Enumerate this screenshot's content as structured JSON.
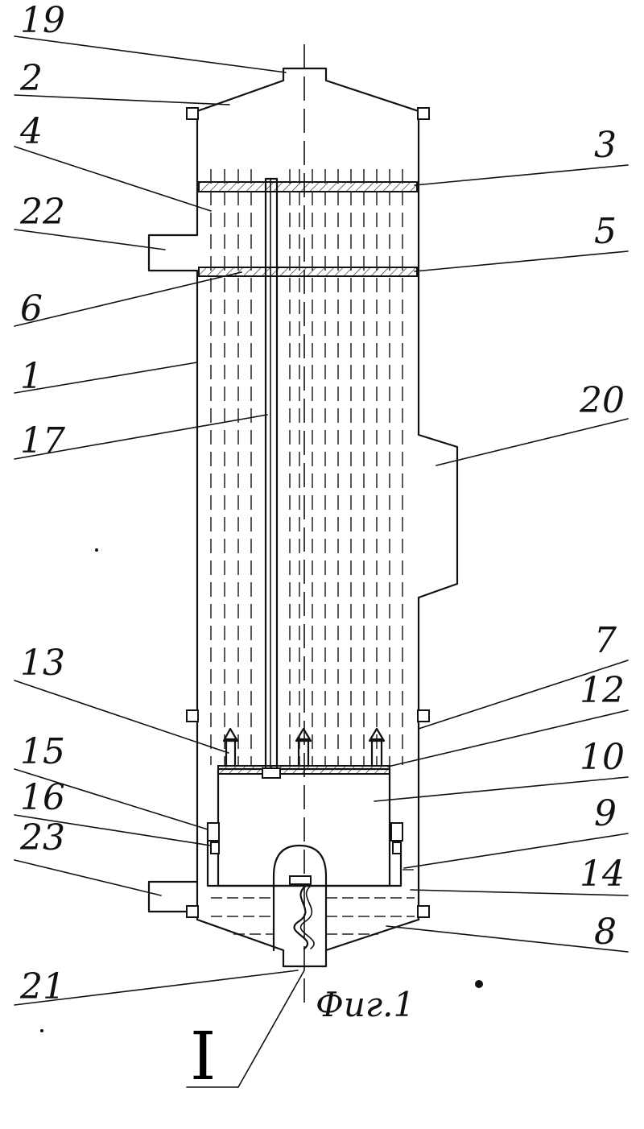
{
  "figure": {
    "caption": "Фиг.1",
    "detail_mark": "I",
    "callouts": [
      {
        "id": "c19",
        "label": "19"
      },
      {
        "id": "c2",
        "label": "2"
      },
      {
        "id": "c4",
        "label": "4"
      },
      {
        "id": "c22",
        "label": "22"
      },
      {
        "id": "c6",
        "label": "6"
      },
      {
        "id": "c1",
        "label": "1"
      },
      {
        "id": "c17",
        "label": "17"
      },
      {
        "id": "c13",
        "label": "13"
      },
      {
        "id": "c15",
        "label": "15"
      },
      {
        "id": "c16",
        "label": "16"
      },
      {
        "id": "c23",
        "label": "23"
      },
      {
        "id": "c21",
        "label": "21"
      },
      {
        "id": "c3",
        "label": "3"
      },
      {
        "id": "c5",
        "label": "5"
      },
      {
        "id": "c20",
        "label": "20"
      },
      {
        "id": "c7",
        "label": "7"
      },
      {
        "id": "c12",
        "label": "12"
      },
      {
        "id": "c10",
        "label": "10"
      },
      {
        "id": "c9",
        "label": "9"
      },
      {
        "id": "c14",
        "label": "14"
      },
      {
        "id": "c8",
        "label": "8"
      }
    ]
  }
}
